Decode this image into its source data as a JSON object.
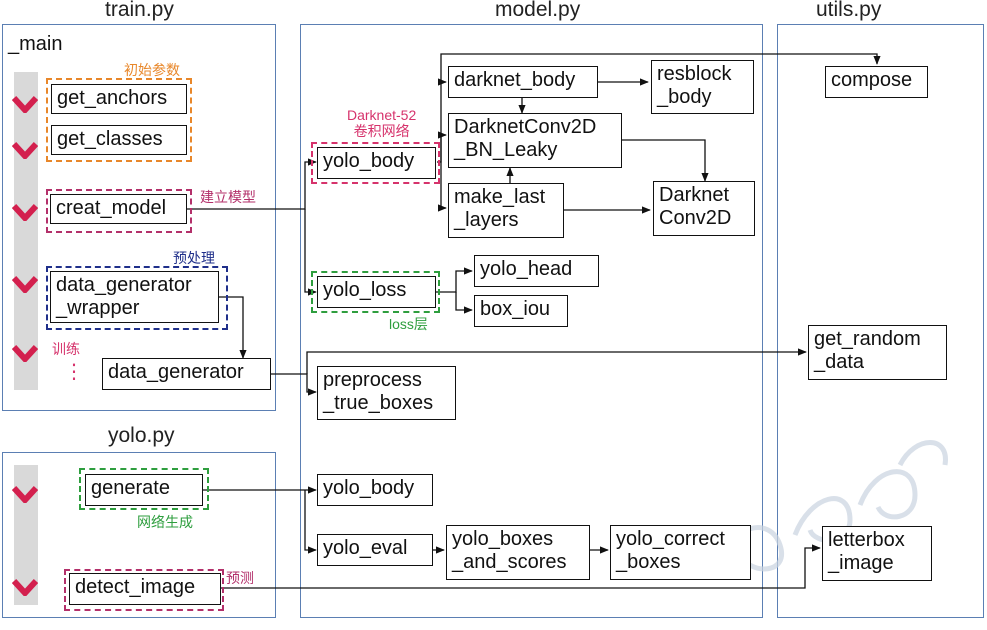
{
  "titles": {
    "train": "train.py",
    "model": "model.py",
    "utils": "utils.py",
    "yolo": "yolo.py"
  },
  "train": {
    "main_label": "_main",
    "boxes": {
      "get_anchors": "get_anchors",
      "get_classes": "get_classes",
      "creat_model": "creat_model",
      "data_generator_wrapper": "data_generator\n_wrapper",
      "data_generator": "data_generator"
    },
    "notes": {
      "init_params": "初始参数",
      "build_model": "建立模型",
      "preprocess": "预处理",
      "train": "训练"
    },
    "ellipsis": "⋮"
  },
  "model": {
    "boxes": {
      "yolo_body": "yolo_body",
      "darknet_body": "darknet_body",
      "resblock_body": "resblock\n_body",
      "darknetconv2d_bn_leaky": "DarknetConv2D\n_BN_Leaky",
      "make_last_layers": "make_last\n_layers",
      "darknet_conv2d": "Darknet\nConv2D",
      "yolo_loss": "yolo_loss",
      "yolo_head": "yolo_head",
      "box_iou": "box_iou",
      "preprocess_true_boxes": "preprocess\n_true_boxes",
      "yolo_body_2": "yolo_body",
      "yolo_eval": "yolo_eval",
      "yolo_boxes_and_scores": "yolo_boxes\n_and_scores",
      "yolo_correct_boxes": "yolo_correct\n_boxes"
    },
    "notes": {
      "darknet": "Darknet-52\n卷积网络",
      "loss": "loss层"
    }
  },
  "utils": {
    "boxes": {
      "compose": "compose",
      "get_random_data": "get_random\n_data",
      "letterbox_image": "letterbox\n_image"
    }
  },
  "yolo": {
    "boxes": {
      "generate": "generate",
      "detect_image": "detect_image"
    },
    "notes": {
      "network_gen": "网络生成",
      "predict": "预测"
    }
  },
  "colors": {
    "panel": "#5b7fb3",
    "orange": "#e8872a",
    "crimson": "#b3306a",
    "navy": "#1f2f8a",
    "green": "#2e9e3e",
    "red": "#d6336c",
    "chevron": "#d3204e"
  }
}
